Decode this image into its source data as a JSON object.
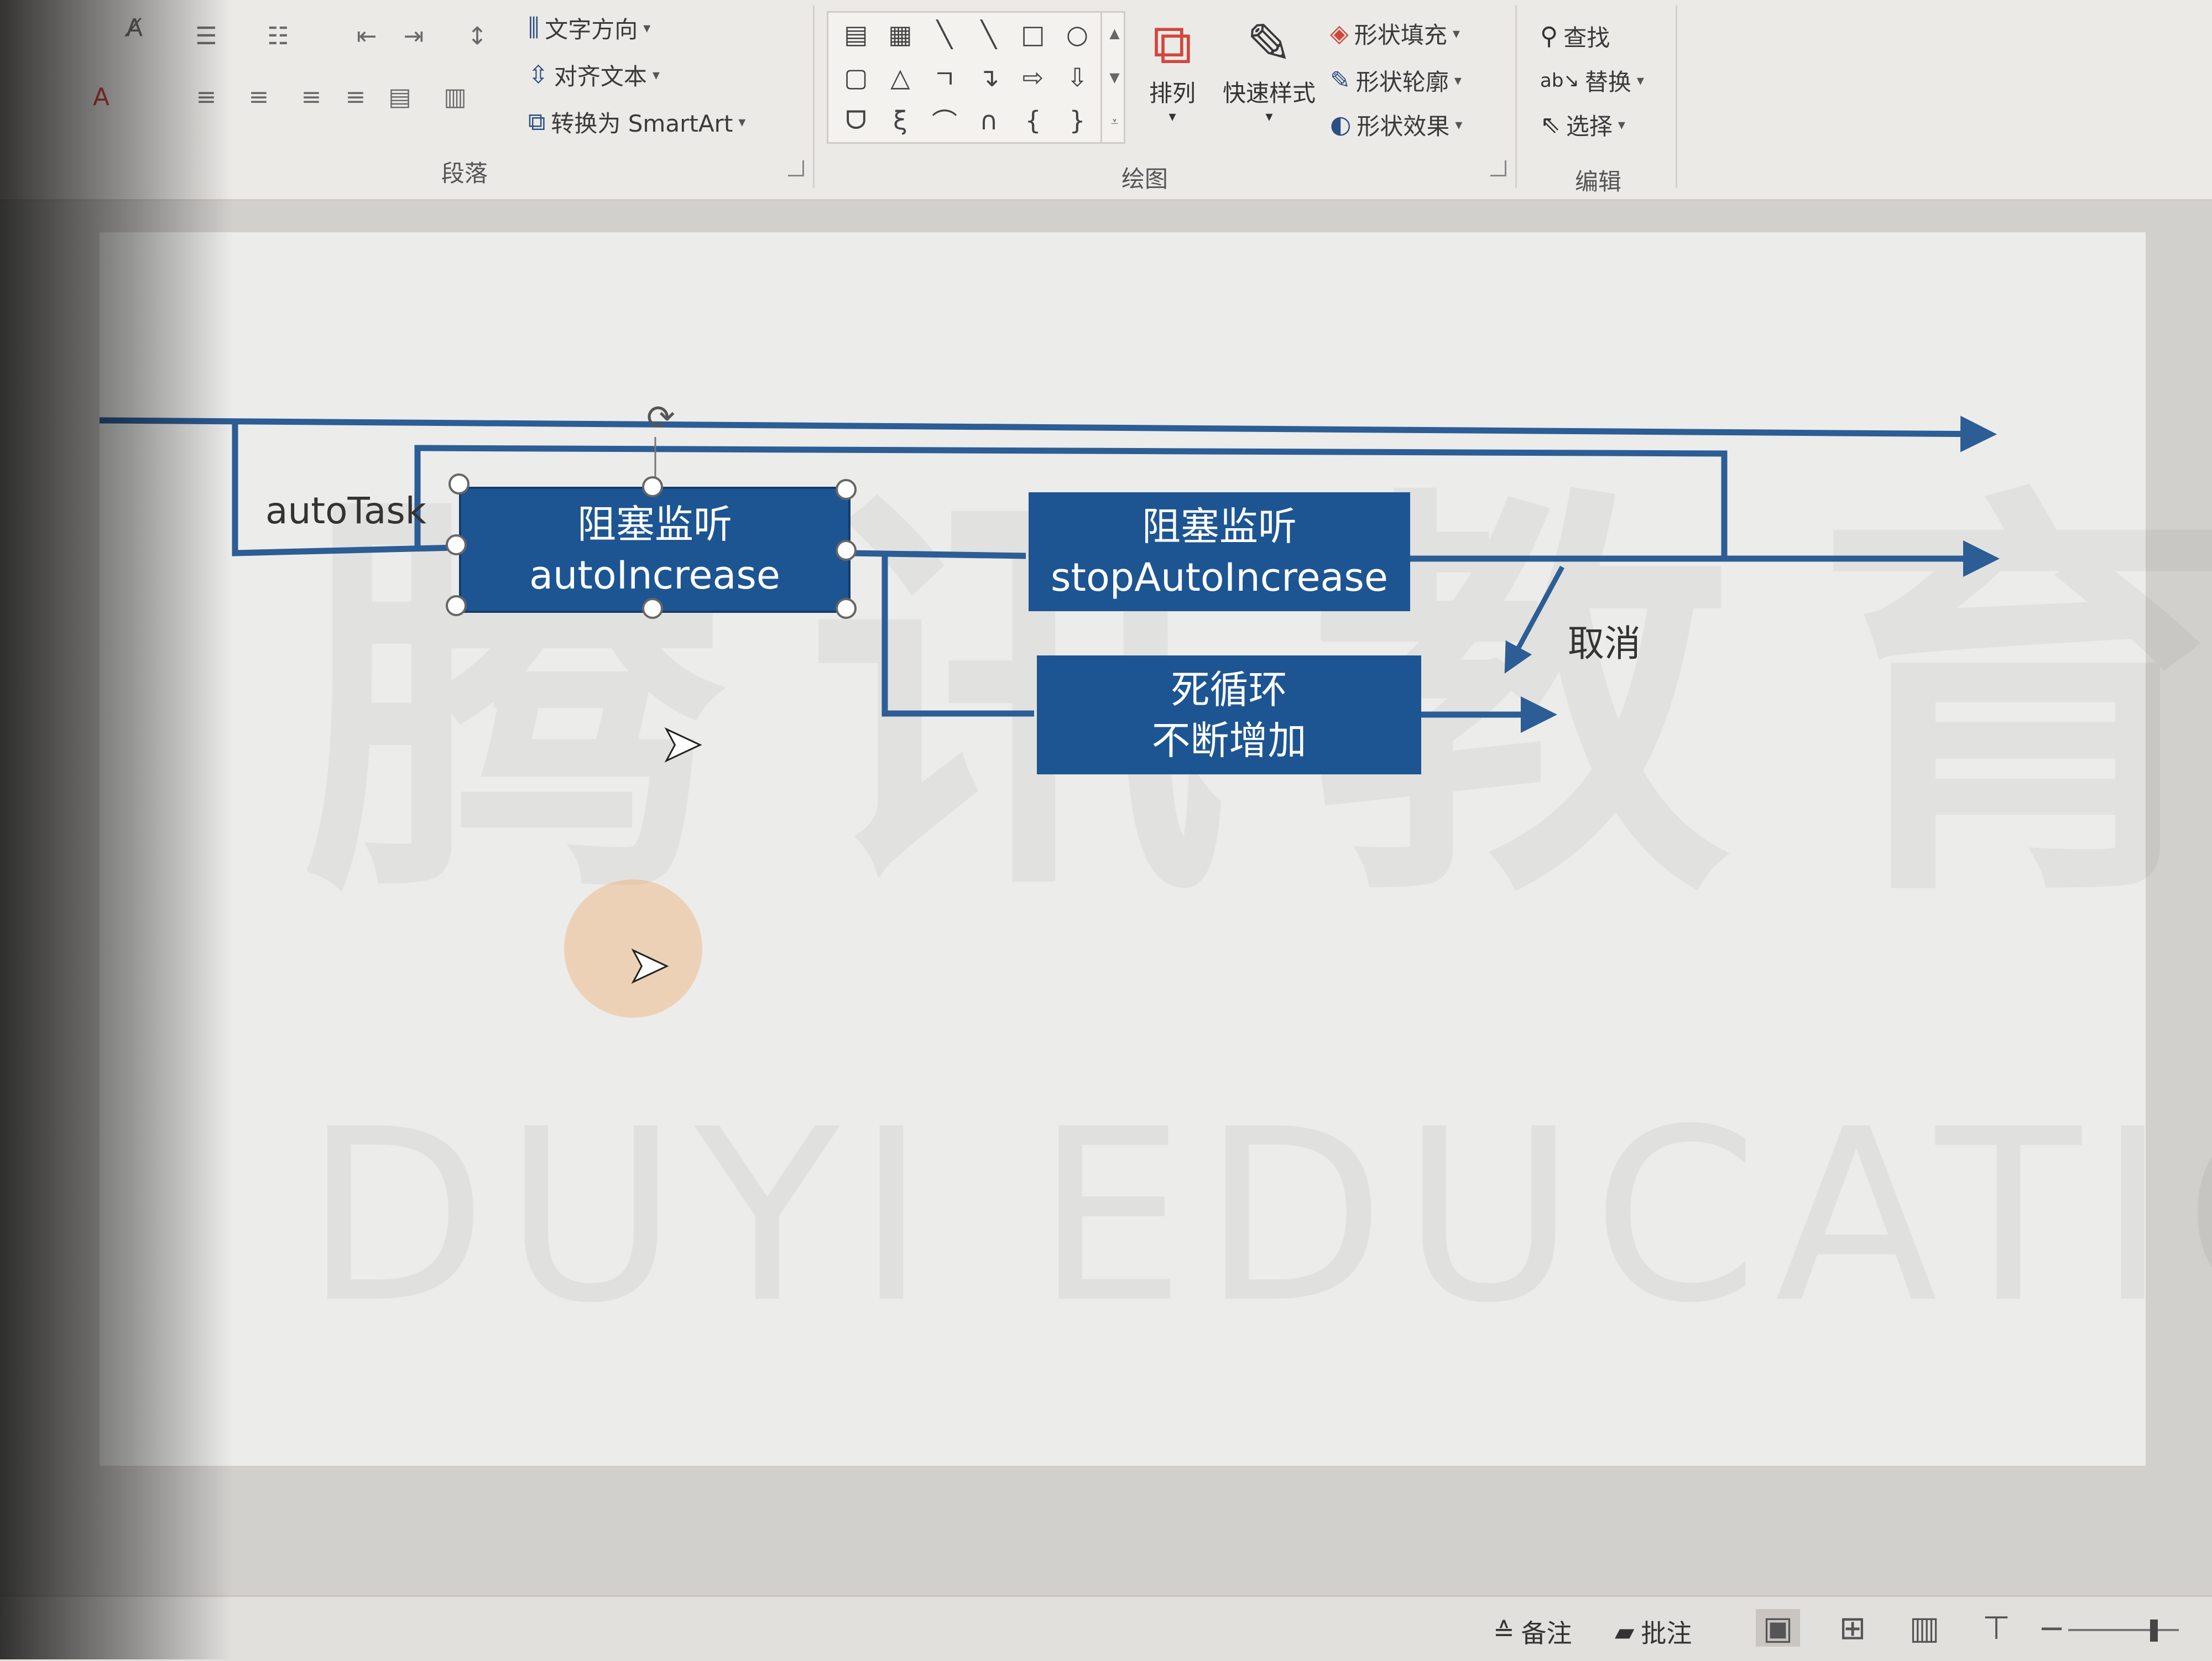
{
  "ribbon": {
    "paragraph_group": {
      "label": "段落",
      "text_direction": "文字方向",
      "align_text": "对齐文本",
      "convert_smartart": "转换为 SmartArt"
    },
    "drawing_group": {
      "label": "绘图",
      "arrange": "排列",
      "quick_styles": "快速样式",
      "shape_fill": "形状填充",
      "shape_outline": "形状轮廓",
      "shape_effects": "形状效果",
      "shapes": [
        "▤",
        "▦",
        "╲",
        "╲",
        "□",
        "○",
        "▢",
        "△",
        "ㄱ",
        "↴",
        "⇨",
        "⇩",
        "ᗜ",
        "ξ",
        "⌒",
        "∩",
        "{",
        "}"
      ]
    },
    "editing_group": {
      "label": "编辑",
      "find": "查找",
      "replace": "替换",
      "select": "选择"
    }
  },
  "slide": {
    "watermark_cn": "腾讯教育",
    "watermark_en": "DUYI EDUCATION",
    "diagram": {
      "label_autotask": "autoTask",
      "label_cancel": "取消",
      "box_auto_increase": {
        "line1": "阻塞监听",
        "line2": "autoIncrease"
      },
      "box_stop_auto_increase": {
        "line1": "阻塞监听",
        "line2": "stopAutoIncrease"
      },
      "box_infinite_loop": {
        "line1": "死循环",
        "line2": "不断增加"
      }
    }
  },
  "statusbar": {
    "notes": "备注",
    "comments": "批注"
  },
  "colors": {
    "box_fill": "#1d5592",
    "line": "#2c5d95",
    "ribbon_bg": "#eceae7",
    "slide_bg": "#ececea"
  }
}
